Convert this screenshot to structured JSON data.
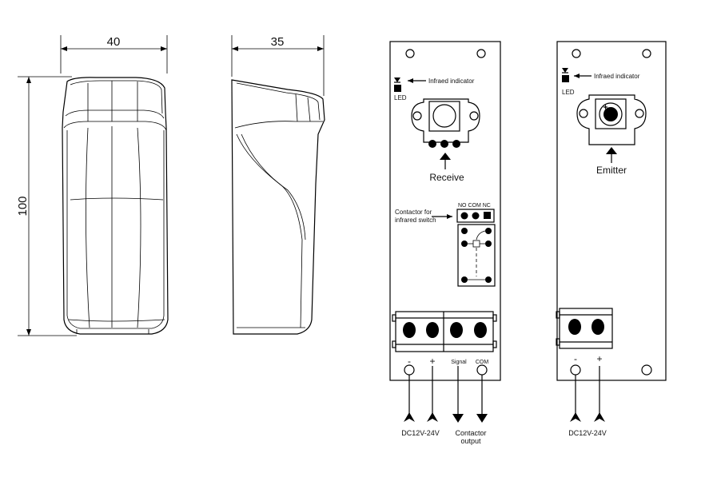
{
  "dimensions": {
    "front_width": "40",
    "side_width": "35",
    "height": "100"
  },
  "receiver": {
    "indicator_label": "Infraed indicator",
    "led_label": "LED",
    "sensor_label": "Receive",
    "contactor_label_line1": "Contactor for",
    "contactor_label_line2": "infrared switch",
    "relay_label": "NO COM NC",
    "terminal_minus": "-",
    "terminal_plus": "+",
    "terminal_signal": "Signal",
    "terminal_com": "COM",
    "power_label": "DC12V-24V",
    "contactor_output_line1": "Contactor",
    "contactor_output_line2": "output"
  },
  "emitter": {
    "indicator_label": "Infraed indicator",
    "led_label": "LED",
    "sensor_label": "Emitter",
    "terminal_minus": "-",
    "terminal_plus": "+",
    "power_label": "DC12V-24V"
  }
}
